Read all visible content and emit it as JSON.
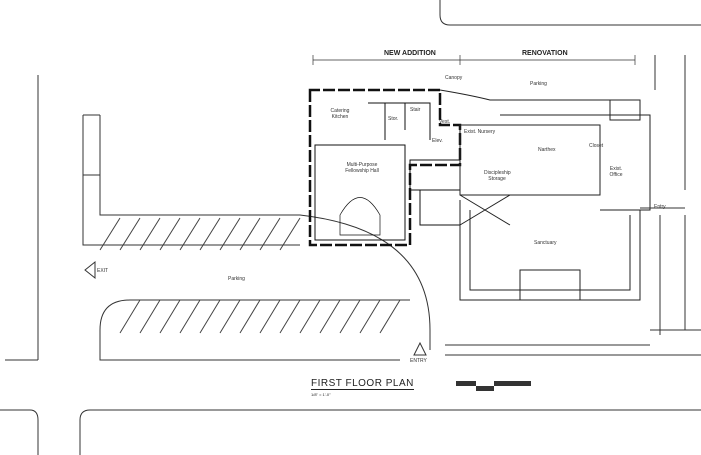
{
  "headers": {
    "new_addition": "NEW ADDITION",
    "renovation": "RENOVATION"
  },
  "rooms": {
    "parking_top": "Parking",
    "catering_kitchen": "Catering Kitchen",
    "storage": "Stor.",
    "stair": "Stair",
    "vestibule": "Vest.",
    "elevator": "Elev.",
    "exist_nursery": "Exist. Nursery",
    "narthex": "Narthex",
    "fellowship_hall": "Multi-Purpose Fellowship Hall",
    "storage2": "Discipleship Storage",
    "exist_office": "Exist. Office",
    "closet": "Closet",
    "sanctuary": "Sanctuary",
    "parking_lot": "Parking",
    "entry_right": "Entry",
    "entry_bottom": "ENTRY",
    "exit": "EXIT",
    "canopy": "Canopy"
  },
  "title": "FIRST FLOOR PLAN",
  "scale_text": "1/8\" = 1'-0\""
}
